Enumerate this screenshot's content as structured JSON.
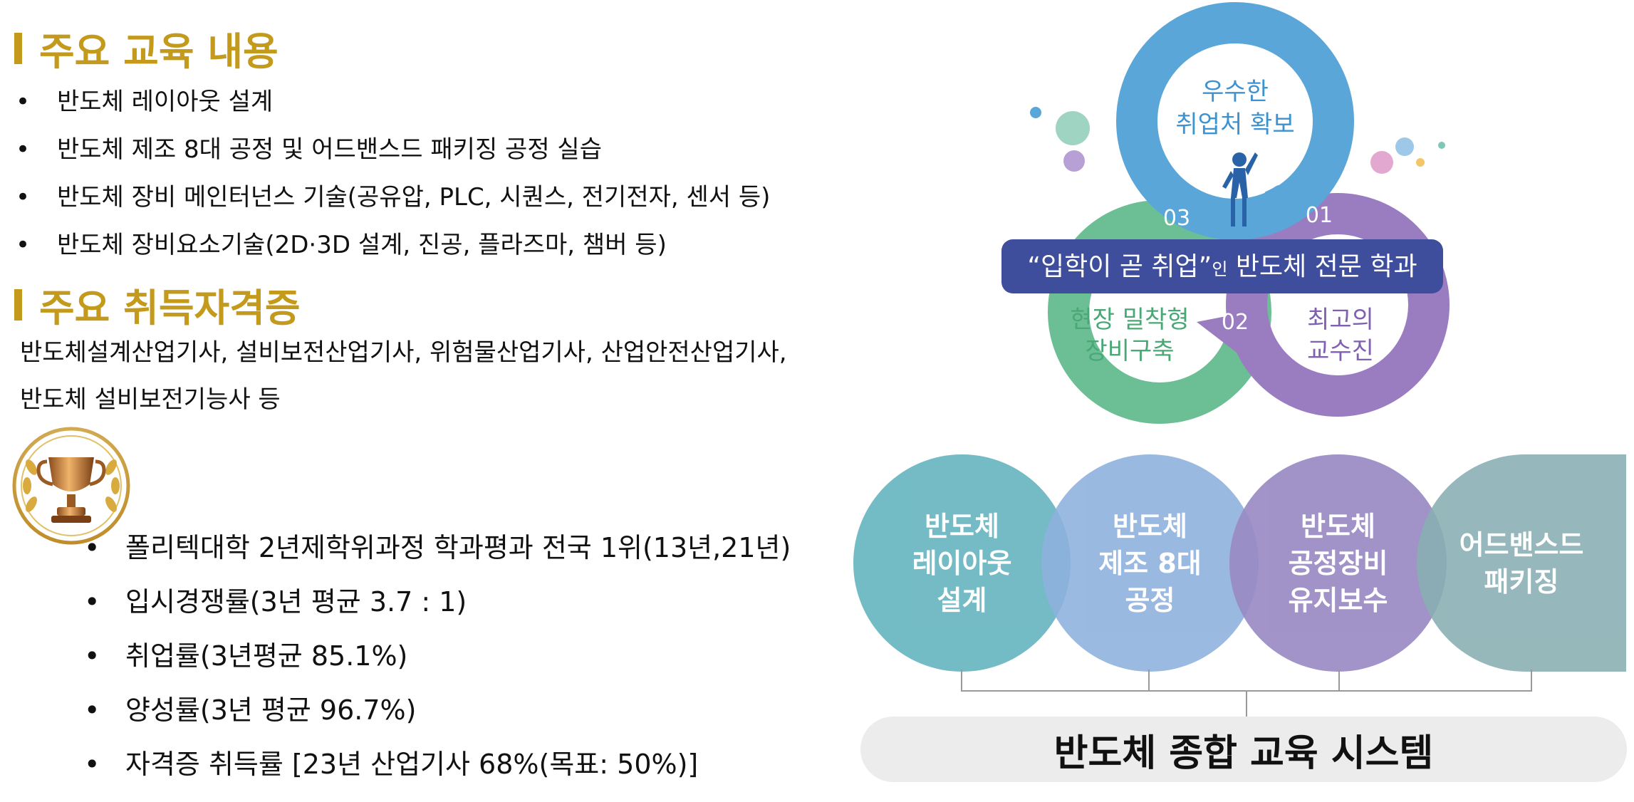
{
  "education": {
    "heading": "주요 교육 내용",
    "items": [
      "반도체 레이아웃  설계",
      "반도체 제조 8대 공정 및 어드밴스드 패키징 공정 실습",
      "반도체 장비 메인터넌스 기술(공유압, PLC, 시퀀스, 전기전자, 센서 등)",
      "반도체 장비요소기술(2D·3D 설계, 진공, 플라즈마, 챔버 등)"
    ]
  },
  "certificates": {
    "heading": "주요 취득자격증",
    "line1": "반도체설계산업기사, 설비보전산업기사, 위험물산업기사, 산업안전산업기사,",
    "line2": "반도체 설비보전기능사 등"
  },
  "achievements": {
    "items": [
      "폴리텍대학 2년제학위과정 학과평과 전국 1위(13년,21년)",
      "입시경쟁률(3년 평균 3.7 : 1)",
      "취업률(3년평균 85.1%)",
      "양성률(3년 평균 96.7%)",
      "자격증 취득률 [23년 산업기사 68%(목표: 50%)]"
    ]
  },
  "cycle": {
    "top_line1": "우수한",
    "top_line2": "취업처 확보",
    "left_line1": "현장 밀착형",
    "left_line2": "장비구축",
    "right_line1": "최고의",
    "right_line2": "교수진",
    "num1": "01",
    "num2": "02",
    "num3": "03",
    "banner_main": "“입학이 곧 취업”",
    "banner_small": "인",
    "banner_rest": " 반도체 전문 학과",
    "colors": {
      "blue": "#5aa6d8",
      "green": "#6cbf94",
      "purple": "#9a7cc0",
      "banner": "#3e4e9c"
    }
  },
  "system": {
    "circles": [
      {
        "label": "반도체\n레이아웃\n설계",
        "color": "#6db8c2"
      },
      {
        "label": "반도체\n제조 8대\n공정",
        "color": "#8db0dd"
      },
      {
        "label": "반도체\n공정장비\n유지보수",
        "color": "#9a8ac4"
      },
      {
        "label": "어드밴스드\n패키징",
        "color": "#88aeb2"
      }
    ],
    "banner": "반도체 종합 교육 시스템"
  }
}
